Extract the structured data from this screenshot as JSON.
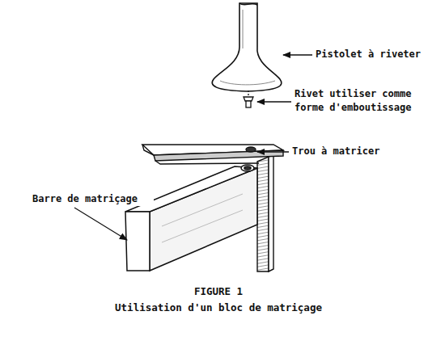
{
  "diagram": {
    "title": "FIGURE 1",
    "caption": "Utilisation d'un bloc de matriçage",
    "labels": [
      "Pistolet à riveter",
      "Rivet utiliser comme forme d'emboutissage",
      "Trou à matricer",
      "Barre de matriçage"
    ]
  }
}
